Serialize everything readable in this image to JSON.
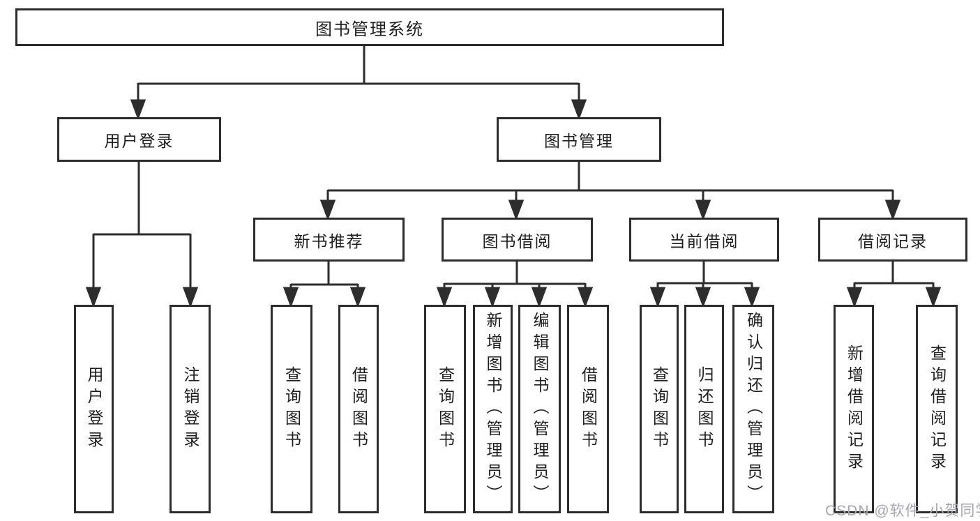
{
  "tree": {
    "label": "图书管理系统",
    "children": [
      {
        "label": "用户登录",
        "children": [
          {
            "label": "用户登录"
          },
          {
            "label": "注销登录"
          }
        ]
      },
      {
        "label": "图书管理",
        "children": [
          {
            "label": "新书推荐",
            "children": [
              {
                "label": "查询图书"
              },
              {
                "label": "借阅图书"
              }
            ]
          },
          {
            "label": "图书借阅",
            "children": [
              {
                "label": "查询图书"
              },
              {
                "label": "新增图书（管理员）"
              },
              {
                "label": "编辑图书（管理员）"
              },
              {
                "label": "借阅图书"
              }
            ]
          },
          {
            "label": "当前借阅",
            "children": [
              {
                "label": "查询图书"
              },
              {
                "label": "归还图书"
              },
              {
                "label": "确认归还（管理员）"
              }
            ]
          },
          {
            "label": "借阅记录",
            "children": [
              {
                "label": "新增借阅记录"
              },
              {
                "label": "查询借阅记录"
              }
            ]
          }
        ]
      }
    ]
  },
  "watermark": {
    "text": "CSDN @软件_小贺同学"
  },
  "colors": {
    "line": "#2d2d2d",
    "box_border": "#2d2d2d",
    "text": "#1f1f1f",
    "watermark": "#a6a6af",
    "background": "#ffffff"
  }
}
